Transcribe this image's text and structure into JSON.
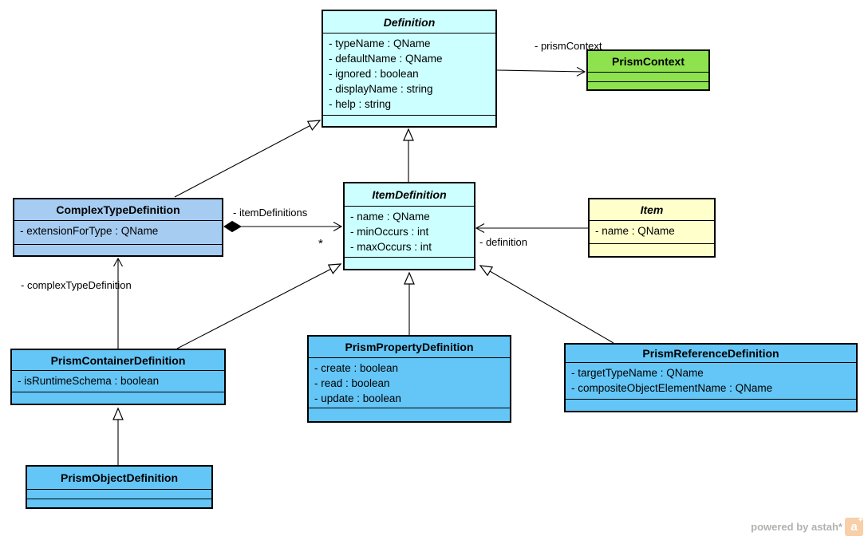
{
  "diagram": {
    "colors": {
      "abstract_class_fill": "#CCFFFF",
      "context_class_fill": "#8DE24E",
      "complex_type_fill": "#A6CCF2",
      "prism_class_fill": "#63C6F7",
      "item_class_fill": "#FFFFCC",
      "line_color": "#000000"
    },
    "classes": {
      "definition": {
        "name": "Definition",
        "abstract": true,
        "attributes": [
          "- typeName : QName",
          "- defaultName : QName",
          "- ignored : boolean",
          "- displayName : string",
          "- help : string"
        ]
      },
      "prism_context": {
        "name": "PrismContext",
        "abstract": false,
        "attributes": []
      },
      "item_definition": {
        "name": "ItemDefinition",
        "abstract": true,
        "attributes": [
          "- name : QName",
          "- minOccurs : int",
          "- maxOccurs : int"
        ]
      },
      "item": {
        "name": "Item",
        "abstract": true,
        "attributes": [
          "- name : QName"
        ]
      },
      "complex_type_definition": {
        "name": "ComplexTypeDefinition",
        "abstract": false,
        "attributes": [
          "- extensionForType : QName"
        ]
      },
      "prism_container_definition": {
        "name": "PrismContainerDefinition",
        "abstract": false,
        "attributes": [
          "- isRuntimeSchema : boolean"
        ]
      },
      "prism_property_definition": {
        "name": "PrismPropertyDefinition",
        "abstract": false,
        "attributes": [
          "- create : boolean",
          "- read : boolean",
          "- update : boolean"
        ]
      },
      "prism_reference_definition": {
        "name": "PrismReferenceDefinition",
        "abstract": false,
        "attributes": [
          "- targetTypeName : QName",
          "- compositeObjectElementName : QName"
        ]
      },
      "prism_object_definition": {
        "name": "PrismObjectDefinition",
        "abstract": false,
        "attributes": []
      }
    },
    "edge_labels": {
      "prism_context_role": "- prismContext",
      "item_definitions_role": "- itemDefinitions",
      "item_definitions_multiplicity": "*",
      "definition_role": "- definition",
      "complex_type_definition_role": "- complexTypeDefinition"
    },
    "watermark": {
      "text": "powered by astah*",
      "icon": "astah-logo-icon",
      "icon_letter": "a"
    }
  }
}
